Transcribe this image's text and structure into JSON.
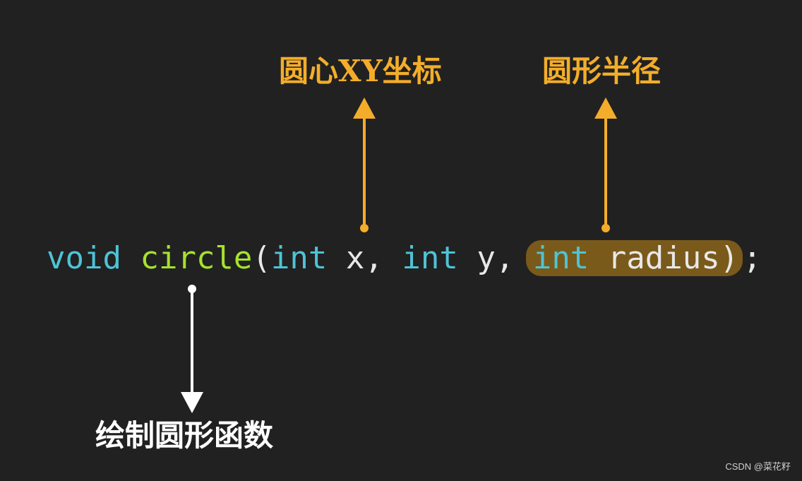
{
  "labels": {
    "center_xy": "圆心XY坐标",
    "radius": "圆形半径",
    "function": "绘制圆形函数"
  },
  "code": {
    "void": "void",
    "space1": " ",
    "func": "circle",
    "open": "(",
    "int1": "int",
    "x": " x, ",
    "int2": "int",
    "y": " y, ",
    "int3": "int",
    "radius": " radius)",
    "end": ";"
  },
  "colors": {
    "label_highlight": "#f4ad2a",
    "keyword": "#4fc3d6",
    "function": "#a6e22e",
    "background": "#212121",
    "highlight_bg": "#7a5a1a"
  },
  "watermark": "CSDN @菜花籽"
}
